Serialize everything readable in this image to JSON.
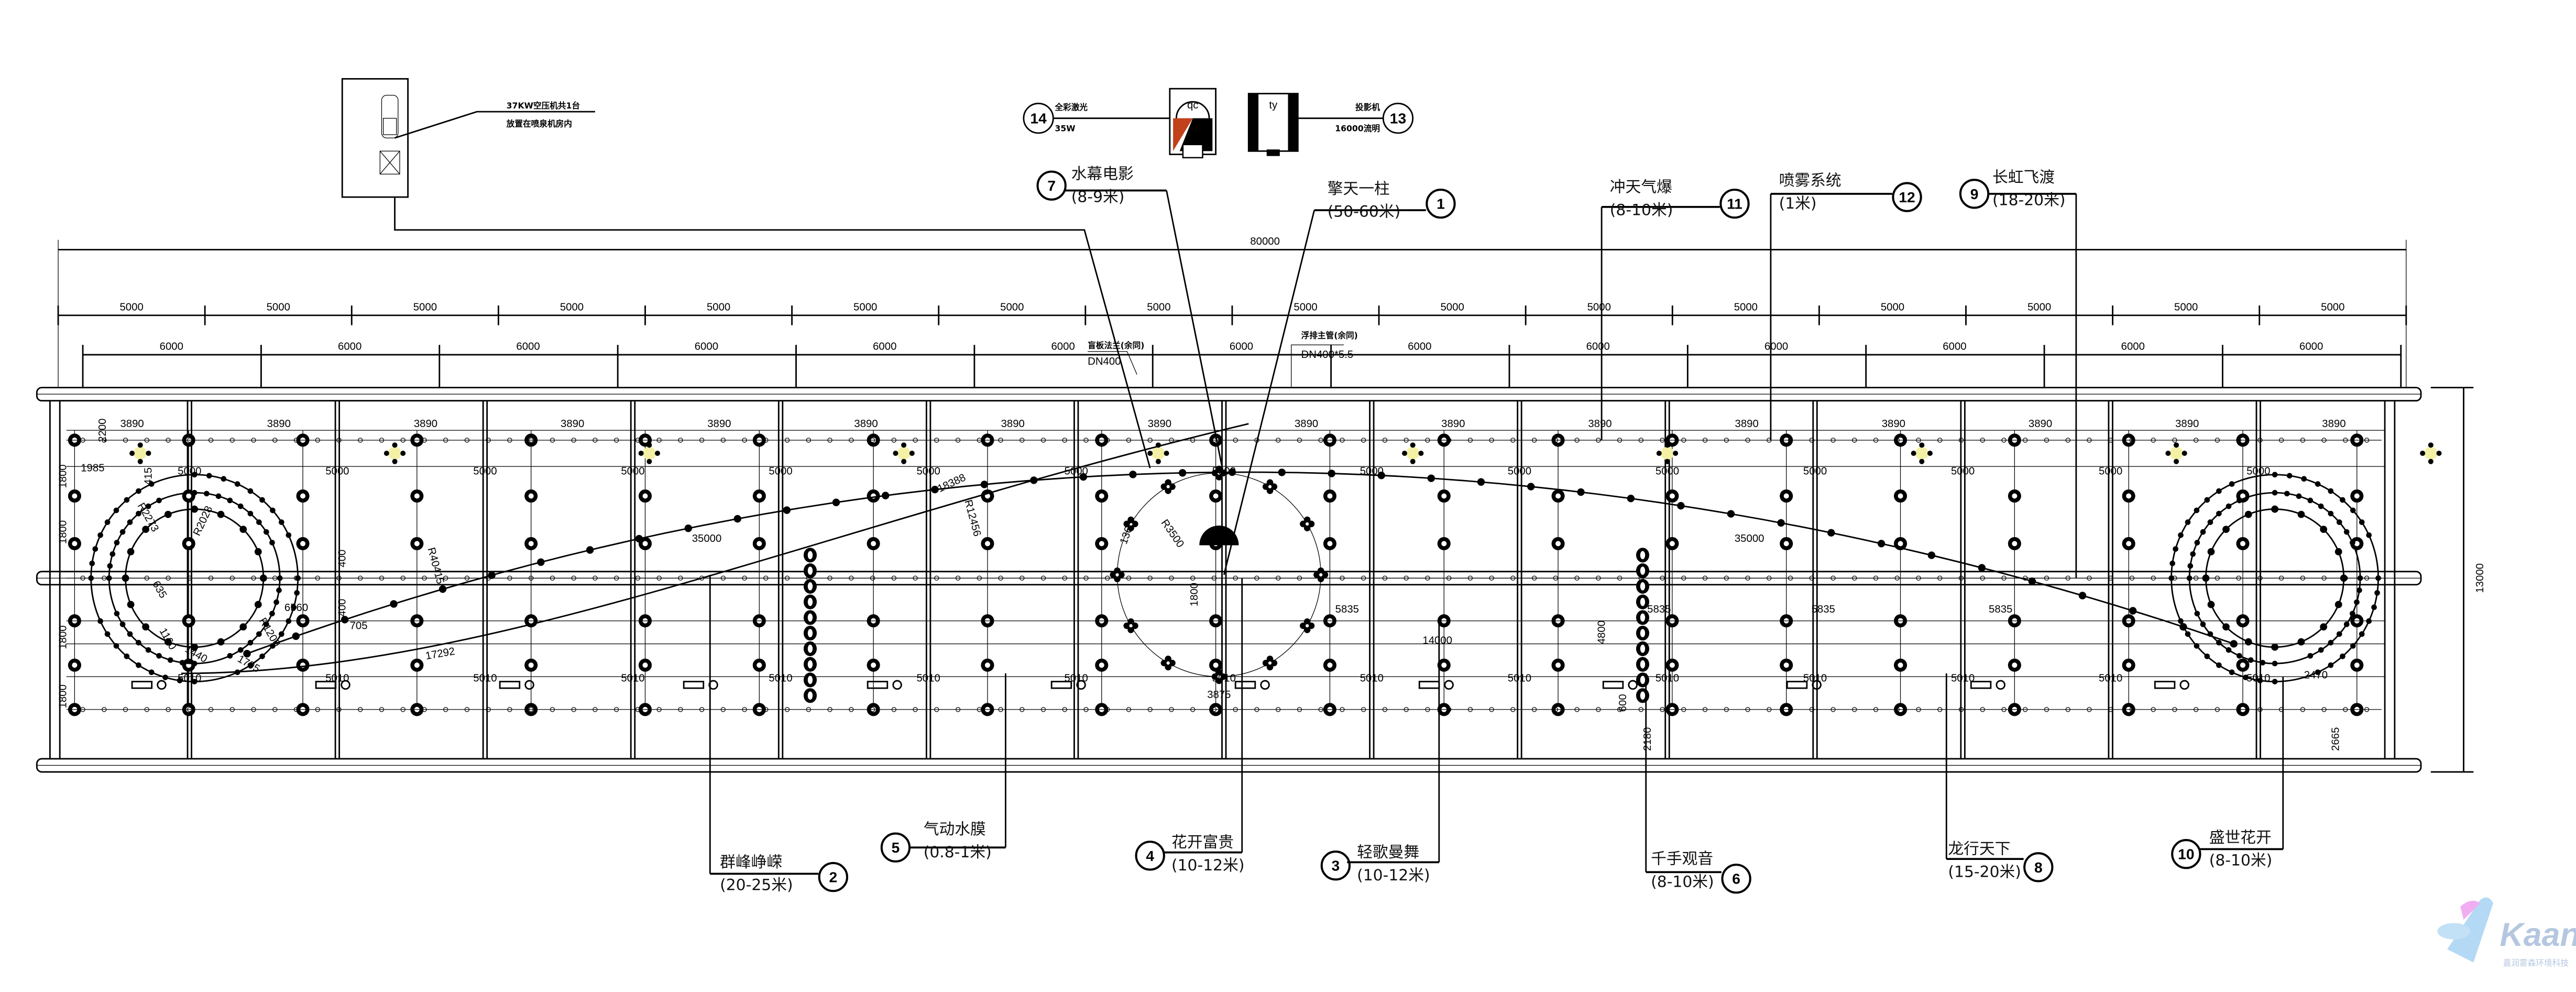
{
  "equipment": {
    "compressor_line1": "37KW空压机共1台",
    "compressor_line2": "放置在喷泉机房内",
    "laser": {
      "num": "14",
      "name": "全彩激光",
      "spec": "35W",
      "box_label": "qc"
    },
    "projector": {
      "num": "13",
      "name": "投影机",
      "spec": "16000流明",
      "box_label": "ty"
    }
  },
  "callouts": [
    {
      "num": "1",
      "name": "擎天一柱",
      "range": "(50-60米)"
    },
    {
      "num": "2",
      "name": "群峰峥嵘",
      "range": "(20-25米)"
    },
    {
      "num": "3",
      "name": "轻歌曼舞",
      "range": "(10-12米)"
    },
    {
      "num": "4",
      "name": "花开富贵",
      "range": "(10-12米)"
    },
    {
      "num": "5",
      "name": "气动水膜",
      "range": "(0.8-1米)"
    },
    {
      "num": "6",
      "name": "千手观音",
      "range": "(8-10米)"
    },
    {
      "num": "7",
      "name": "水幕电影",
      "range": "(8-9米)"
    },
    {
      "num": "8",
      "name": "龙行天下",
      "range": "(15-20米)"
    },
    {
      "num": "9",
      "name": "长虹飞渡",
      "range": "(18-20米)"
    },
    {
      "num": "10",
      "name": "盛世花开",
      "range": "(8-10米)"
    },
    {
      "num": "11",
      "name": "冲天气爆",
      "range": "(8-10米)"
    },
    {
      "num": "12",
      "name": "喷雾系统",
      "range": "(1米)"
    }
  ],
  "pipe_notes": {
    "blind_flange": "盲板法兰(余同)",
    "blind_flange_size": "DN400",
    "main_pipe": "浮排主管(余同)",
    "main_pipe_size": "DN400*5.5"
  },
  "dims": {
    "total_length": "80000",
    "module_5000": "5000",
    "module_6000": "6000",
    "spacing_3890": "3890",
    "spacing_5010": "5010",
    "spacing_5835": "5835",
    "total_width": "13000",
    "d1985": "1985",
    "d2200": "2200",
    "d1800": "1800",
    "d415": "415",
    "d35000": "35000",
    "d14000": "14000",
    "d18388": "18388",
    "r12456": "R12456",
    "r3500": "R3500",
    "d1365": "1365",
    "d3875": "3875",
    "d4800": "4800",
    "d600": "600",
    "d2180": "2180",
    "r40415": "R40415",
    "d17292": "17292",
    "d6560": "6560",
    "d705": "705",
    "d1795": "1795",
    "d1440": "1440",
    "d1160": "1160",
    "r2273": "R2273",
    "r2028": "R2028",
    "r1200": "R1200",
    "d635": "635",
    "d400": "400",
    "d2470": "2470",
    "d2665": "2665"
  },
  "watermark": {
    "brand": "Kaanu",
    "company": "嘉润雾森环境科技"
  }
}
